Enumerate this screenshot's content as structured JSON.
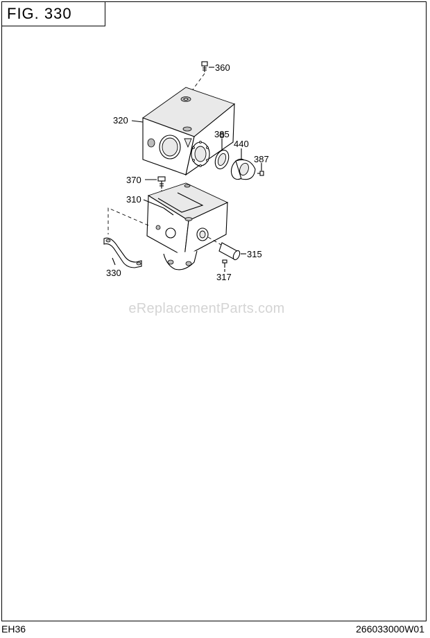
{
  "figure_label": "FIG.  330",
  "watermark": "eReplacementParts.com",
  "footer": {
    "model": "EH36",
    "part_code": "266033000W01"
  },
  "callouts": {
    "c360": "360",
    "c320": "320",
    "c385": "385",
    "c440": "440",
    "c387": "387",
    "c370": "370",
    "c310": "310",
    "c315": "315",
    "c330": "330",
    "c317": "317"
  }
}
